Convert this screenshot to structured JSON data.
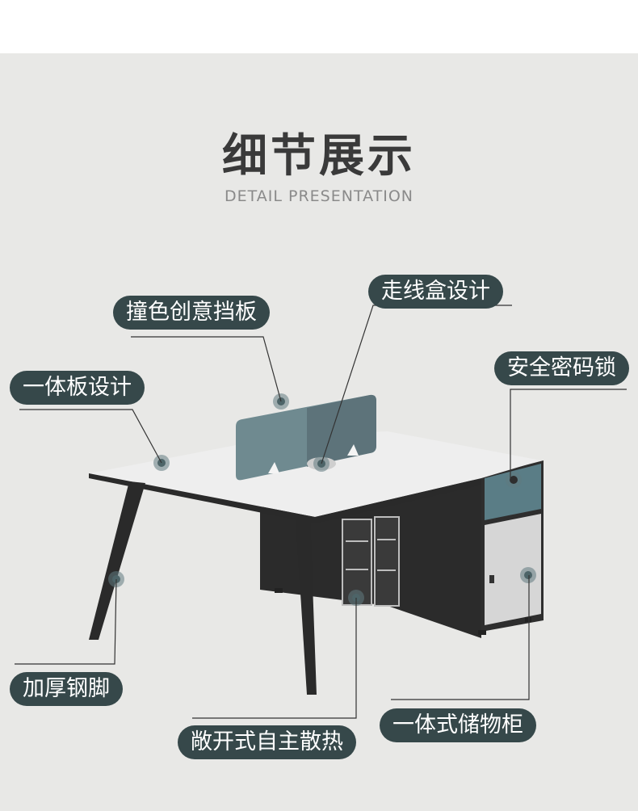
{
  "header": {
    "title": "细节展示",
    "subtitle": "DETAIL PRESENTATION"
  },
  "callouts": {
    "panel_color": "撞色创意挡板",
    "cable_box": "走线盒设计",
    "one_piece_board": "一体板设计",
    "security_lock": "安全密码锁",
    "steel_legs": "加厚钢脚",
    "storage_cabinet": "一体式储物柜",
    "host_cooling": "敞开式自主散热"
  },
  "colors": {
    "background": "#e8e8e6",
    "pill": "#36484a",
    "desk_top": "#eeeeee",
    "desk_edge": "#2a2a2a",
    "divider": "#5f7f86",
    "drawer": "#5a7d86"
  }
}
